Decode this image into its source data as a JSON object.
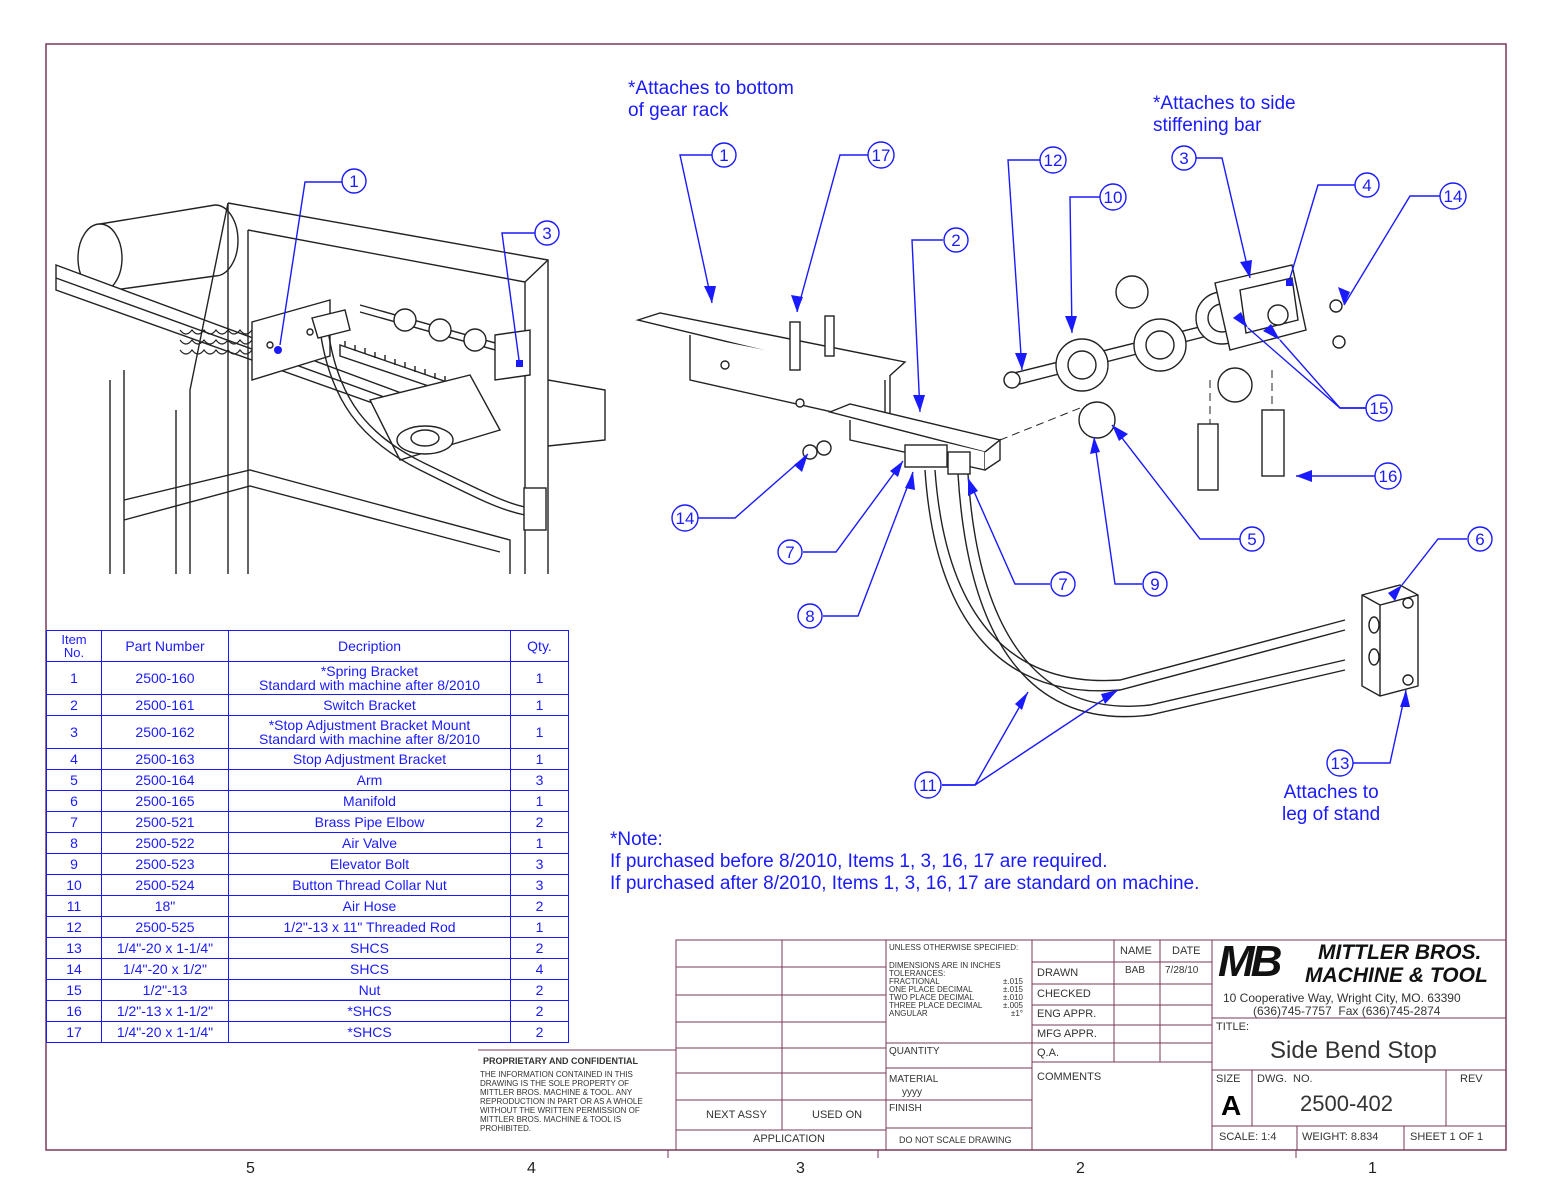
{
  "annotations": {
    "gear_rack": "*Attaches to bottom\nof gear rack",
    "side_bar": "*Attaches to side\nstiffening bar",
    "leg": "Attaches to\nleg of stand",
    "note": "*Note:\nIf purchased before 8/2010, Items 1, 3, 16, 17 are required.\nIf purchased after 8/2010, Items 1, 3, 16, 17 are standard on machine."
  },
  "balloons": {
    "b1a": "1",
    "b3a": "3",
    "b1": "1",
    "b17": "17",
    "b2": "2",
    "b12": "12",
    "b10": "10",
    "b3": "3",
    "b4": "4",
    "b14a": "14",
    "b15": "15",
    "b16": "16",
    "b5": "5",
    "b6": "6",
    "b14b": "14",
    "b7a": "7",
    "b7b": "7",
    "b9": "9",
    "b8": "8",
    "b11": "11",
    "b13": "13"
  },
  "bom": {
    "headers": [
      "Item No.",
      "Part Number",
      "Decription",
      "Qty."
    ],
    "rows": [
      {
        "item": "1",
        "part": "2500-160",
        "desc1": "*Spring Bracket",
        "desc2": "Standard with machine after 8/2010",
        "qty": "1"
      },
      {
        "item": "2",
        "part": "2500-161",
        "desc1": "Switch Bracket",
        "desc2": "",
        "qty": "1"
      },
      {
        "item": "3",
        "part": "2500-162",
        "desc1": "*Stop Adjustment Bracket Mount",
        "desc2": "Standard with machine after 8/2010",
        "qty": "1"
      },
      {
        "item": "4",
        "part": "2500-163",
        "desc1": "Stop Adjustment Bracket",
        "desc2": "",
        "qty": "1"
      },
      {
        "item": "5",
        "part": "2500-164",
        "desc1": "Arm",
        "desc2": "",
        "qty": "3"
      },
      {
        "item": "6",
        "part": "2500-165",
        "desc1": "Manifold",
        "desc2": "",
        "qty": "1"
      },
      {
        "item": "7",
        "part": "2500-521",
        "desc1": "Brass Pipe Elbow",
        "desc2": "",
        "qty": "2"
      },
      {
        "item": "8",
        "part": "2500-522",
        "desc1": "Air Valve",
        "desc2": "",
        "qty": "1"
      },
      {
        "item": "9",
        "part": "2500-523",
        "desc1": "Elevator Bolt",
        "desc2": "",
        "qty": "3"
      },
      {
        "item": "10",
        "part": "2500-524",
        "desc1": "Button Thread Collar Nut",
        "desc2": "",
        "qty": "3"
      },
      {
        "item": "11",
        "part": "18\"",
        "desc1": "Air Hose",
        "desc2": "",
        "qty": "2"
      },
      {
        "item": "12",
        "part": "2500-525",
        "desc1": "1/2\"-13 x 11\" Threaded Rod",
        "desc2": "",
        "qty": "1"
      },
      {
        "item": "13",
        "part": "1/4\"-20 x 1-1/4\"",
        "desc1": "SHCS",
        "desc2": "",
        "qty": "2"
      },
      {
        "item": "14",
        "part": "1/4\"-20 x 1/2\"",
        "desc1": "SHCS",
        "desc2": "",
        "qty": "4"
      },
      {
        "item": "15",
        "part": "1/2\"-13",
        "desc1": "Nut",
        "desc2": "",
        "qty": "2"
      },
      {
        "item": "16",
        "part": "1/2\"-13 x 1-1/2\"",
        "desc1": "*SHCS",
        "desc2": "",
        "qty": "2"
      },
      {
        "item": "17",
        "part": "1/4\"-20 x 1-1/4\"",
        "desc1": "*SHCS",
        "desc2": "",
        "qty": "2"
      }
    ]
  },
  "title_block": {
    "proprietary_title": "PROPRIETARY AND CONFIDENTIAL",
    "proprietary_text": "THE INFORMATION CONTAINED IN THIS\nDRAWING IS THE SOLE PROPERTY OF\nMITTLER BROS. MACHINE & TOOL. ANY\nREPRODUCTION IN PART OR AS A WHOLE\nWITHOUT THE WRITTEN PERMISSION OF\nMITTLER BROS. MACHINE & TOOL IS\nPROHIBITED.",
    "next_assy": "NEXT ASSY",
    "used_on": "USED ON",
    "application": "APPLICATION",
    "unless": "UNLESS OTHERWISE SPECIFIED:",
    "dimensions": "DIMENSIONS ARE IN INCHES\nTOLERANCES:\nFRACTIONAL\nONE PLACE DECIMAL\nTWO PLACE DECIMAL\nTHREE PLACE DECIMAL\nANGULAR",
    "tolerances": "\n\n±.015\n±.015\n±.010\n±.005\n±1°",
    "quantity": "QUANTITY",
    "material": "MATERIAL",
    "material_value": "yyyy",
    "finish": "FINISH",
    "do_not_scale": "DO NOT SCALE DRAWING",
    "name": "NAME",
    "date": "DATE",
    "drawn": "DRAWN",
    "drawn_name": "BAB",
    "drawn_date": "7/28/10",
    "checked": "CHECKED",
    "eng_appr": "ENG APPR.",
    "mfg_appr": "MFG APPR.",
    "qa": "Q.A.",
    "comments": "COMMENTS",
    "logo_mark": "MB",
    "company1": "MITTLER BROS.",
    "company2": "MACHINE & TOOL",
    "address": "10 Cooperative Way, Wright City, MO. 63390",
    "phone": "(636)745-7757  Fax (636)745-2874",
    "title_label": "TITLE:",
    "title": "Side Bend Stop",
    "size_label": "SIZE",
    "size": "A",
    "dwg_label": "DWG.  NO.",
    "dwg_no": "2500-402",
    "rev_label": "REV",
    "scale": "SCALE: 1:4",
    "weight": "WEIGHT: 8.834",
    "sheet": "SHEET 1 OF 1"
  },
  "zones": [
    "5",
    "4",
    "3",
    "2",
    "1"
  ]
}
